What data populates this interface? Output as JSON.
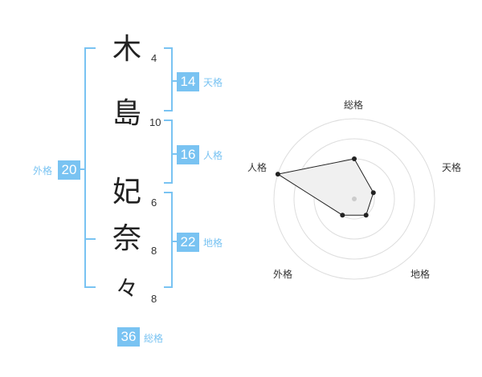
{
  "name": {
    "characters": [
      {
        "char": "木",
        "strokes": "4"
      },
      {
        "char": "島",
        "strokes": "10"
      },
      {
        "char": "妃",
        "strokes": "6"
      },
      {
        "char": "奈",
        "strokes": "8"
      },
      {
        "char": "々",
        "strokes": "8"
      }
    ]
  },
  "kaku": {
    "tenkaku": {
      "value": "14",
      "label": "天格"
    },
    "jinkaku": {
      "value": "16",
      "label": "人格"
    },
    "chikaku": {
      "value": "22",
      "label": "地格"
    },
    "gaikaku": {
      "value": "20",
      "label": "外格"
    },
    "soukaku": {
      "value": "36",
      "label": "総格"
    }
  },
  "chart_data": {
    "type": "radar",
    "axes": [
      "総格",
      "天格",
      "地格",
      "外格",
      "人格"
    ],
    "values": [
      2,
      1,
      1,
      1,
      4
    ],
    "rmax": 4,
    "rings": 4,
    "grid": true
  },
  "colors": {
    "accent": "#79c3f2",
    "grid": "#dddddd",
    "fill": "#f0f0f0",
    "line": "#222222"
  }
}
